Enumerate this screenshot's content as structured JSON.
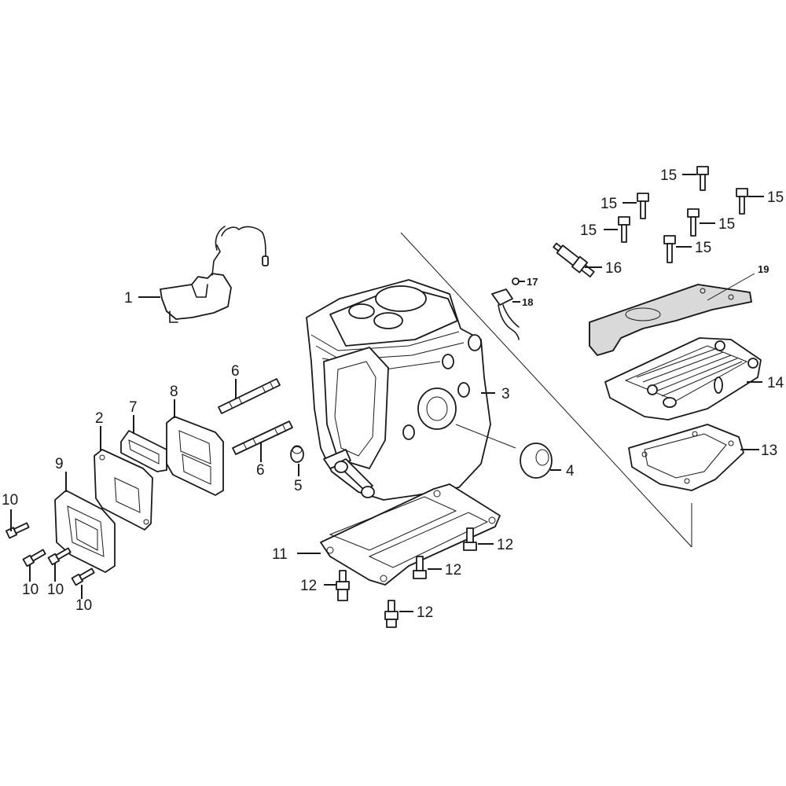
{
  "diagram": {
    "callouts": {
      "c1": "1",
      "c2": "2",
      "c3": "3",
      "c4": "4",
      "c5": "5",
      "c6a": "6",
      "c6b": "6",
      "c7": "7",
      "c8": "8",
      "c9": "9",
      "c10a": "10",
      "c10b": "10",
      "c10c": "10",
      "c10d": "10",
      "c11": "11",
      "c12a": "12",
      "c12b": "12",
      "c12c": "12",
      "c12d": "12",
      "c13": "13",
      "c14": "14",
      "c15a": "15",
      "c15b": "15",
      "c15c": "15",
      "c15d": "15",
      "c15e": "15",
      "c15f": "15",
      "c16": "16",
      "c17": "17",
      "c18": "18",
      "c19": "19"
    }
  }
}
